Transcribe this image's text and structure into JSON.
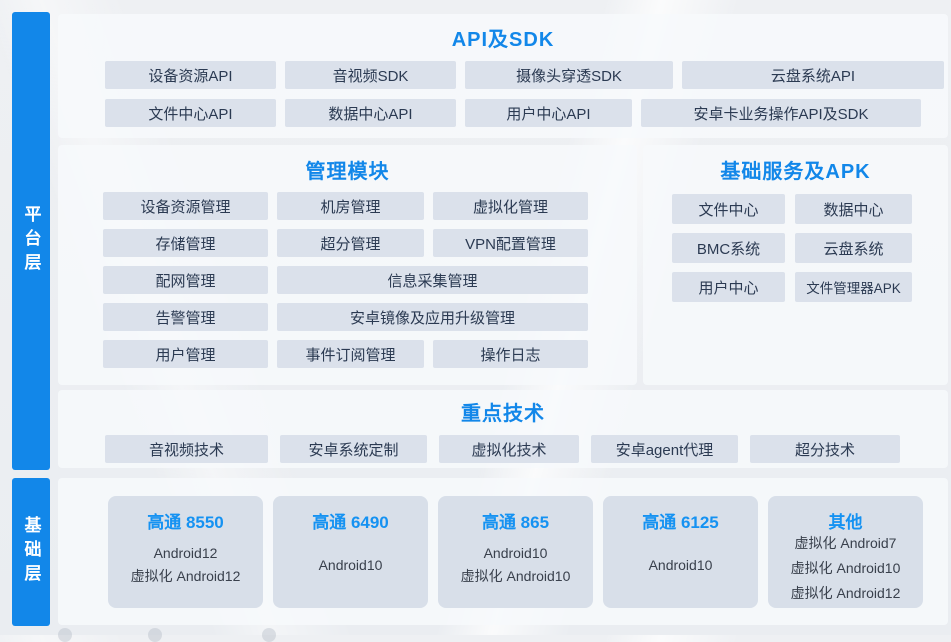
{
  "colors": {
    "accent": "#1287e9",
    "chip_title_blue": "#1592f2",
    "button_bg": "#dbe1eb",
    "chip_bg": "#d8dfe9",
    "bar_bg": "#1287e9"
  },
  "layers": {
    "platform": "平台层",
    "base": "基础层"
  },
  "api_sdk": {
    "title": "API及SDK",
    "row1": [
      "设备资源API",
      "音视频SDK",
      "摄像头穿透SDK",
      "云盘系统API"
    ],
    "row2": [
      "文件中心API",
      "数据中心API",
      "用户中心API",
      "安卓卡业务操作API及SDK"
    ]
  },
  "management": {
    "title": "管理模块",
    "cells": [
      {
        "label": "设备资源管理"
      },
      {
        "label": "机房管理"
      },
      {
        "label": "虚拟化管理"
      },
      {
        "label": "存储管理"
      },
      {
        "label": "超分管理"
      },
      {
        "label": "VPN配置管理"
      },
      {
        "label": "配网管理"
      },
      {
        "label": "信息采集管理",
        "cls": "wide"
      },
      {
        "label": "告警管理"
      },
      {
        "label": "安卓镜像及应用升级管理",
        "cls": "wide"
      },
      {
        "label": "用户管理"
      },
      {
        "label": "事件订阅管理"
      },
      {
        "label": "操作日志"
      }
    ]
  },
  "base_services": {
    "title": "基础服务及APK",
    "items": [
      {
        "label": "文件中心"
      },
      {
        "label": "数据中心"
      },
      {
        "label": "BMC系统"
      },
      {
        "label": "云盘系统"
      },
      {
        "label": "用户中心"
      },
      {
        "label": "文件管理器APK",
        "cls": "small"
      }
    ]
  },
  "key_tech": {
    "title": "重点技术",
    "items": [
      "音视频技术",
      "安卓系统定制",
      "虚拟化技术",
      "安卓agent代理",
      "超分技术"
    ]
  },
  "soc_cards": [
    {
      "title": "高通 8550",
      "lines": [
        "Android12",
        "虚拟化 Android12"
      ]
    },
    {
      "title": "高通 6490",
      "lines": [
        "Android10"
      ]
    },
    {
      "title": "高通 865",
      "lines": [
        "Android10",
        "虚拟化 Android10"
      ]
    },
    {
      "title": "高通 6125",
      "lines": [
        "Android10"
      ]
    },
    {
      "title": "其他",
      "lines": [
        "虚拟化 Android7",
        "虚拟化 Android10",
        "虚拟化 Android12"
      ]
    }
  ]
}
